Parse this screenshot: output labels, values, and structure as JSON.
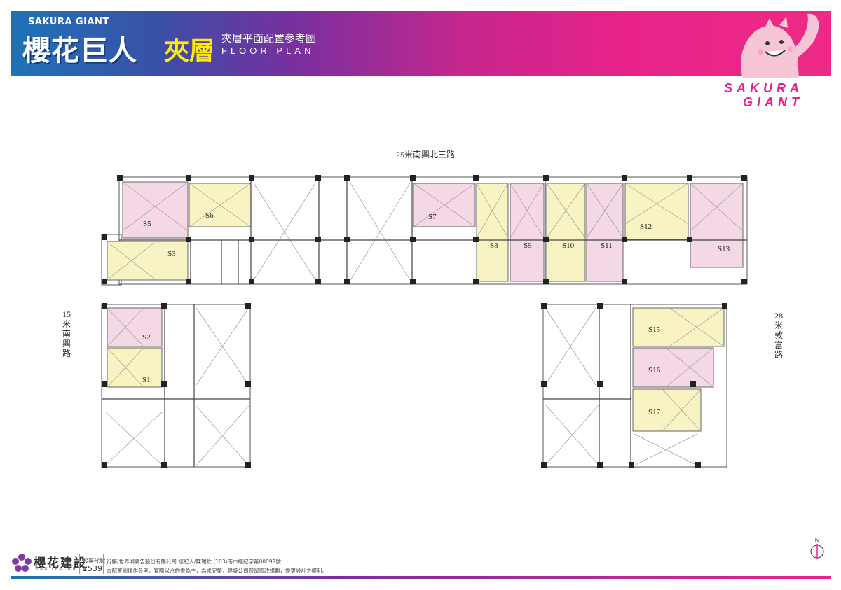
{
  "header": {
    "brand_en": "SAKURA GIANT",
    "brand_cn": "櫻花巨人",
    "floor_cn": "夾層",
    "subtitle_cn": "夾層平面配置參考圖",
    "subtitle_en": "FLOOR PLAN",
    "right_logo_line1": "SAKURA",
    "right_logo_line2": "GIANT"
  },
  "roads": {
    "top": "25米南興北三路",
    "left": "15米南興路",
    "right": "28米敦富路"
  },
  "units": [
    "S1",
    "S2",
    "S3",
    "S5",
    "S6",
    "S7",
    "S8",
    "S9",
    "S10",
    "S11",
    "S12",
    "S13",
    "S15",
    "S16",
    "S17"
  ],
  "footer": {
    "company_cn": "櫻花建設",
    "company_en": "SAKURA ARCH",
    "stock_label": "股票代號",
    "stock_code": "2539",
    "legal_line1": "行銷/世界鴻廣告股份有限公司 經紀人/陳瑞欽 (103)南市經紀字第00099號",
    "legal_line2": "本配置圖僅供參考，實際以合約書為主，為求完整，建設公司保留修改規劃，變更設計之權利。",
    "north_letter": "N"
  },
  "colors": {
    "pink_unit": "#f5d8e6",
    "yellow_unit": "#f7f3c3",
    "brand_magenta": "#e8228a",
    "brand_blue": "#1f73b7",
    "floor_yellow": "#ffea00"
  }
}
